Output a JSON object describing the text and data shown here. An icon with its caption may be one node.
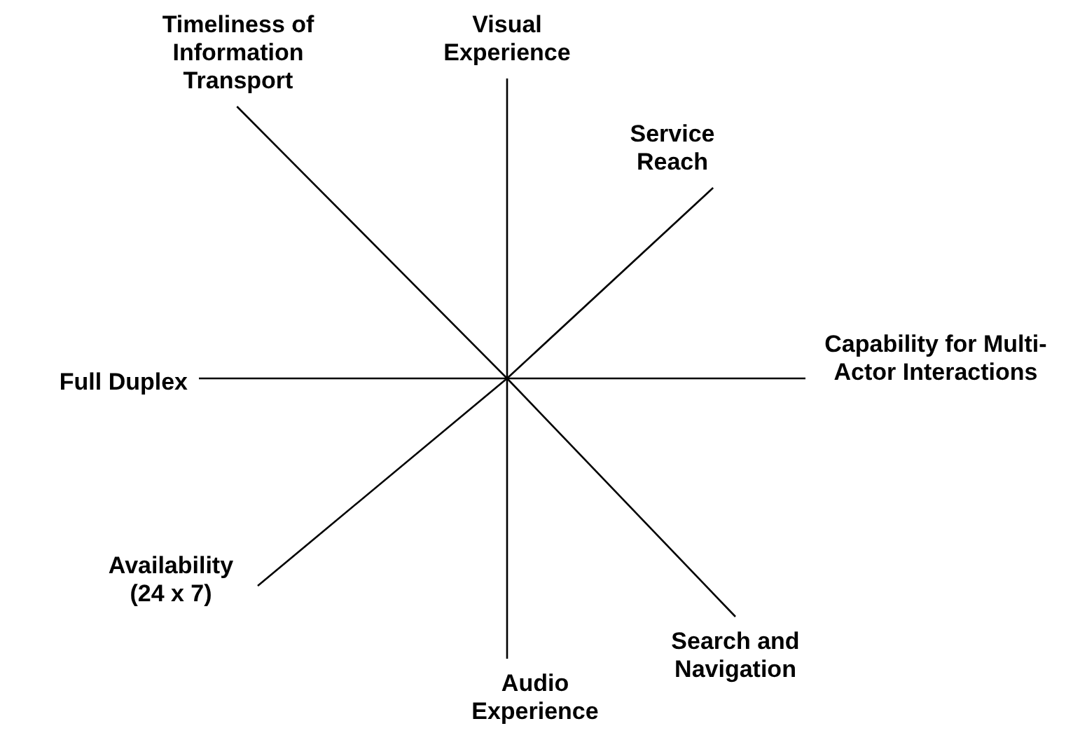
{
  "diagram": {
    "nodes": [
      {
        "text": [
          "Visual Experience"
        ]
      },
      {
        "text": [
          "Timeliness of Information Transport"
        ]
      },
      {
        "text": [
          "Service Reach"
        ]
      },
      {
        "text": [
          "Full Duplex"
        ]
      },
      {
        "text": [
          "Capability for Multi-Actor Interactions"
        ]
      },
      {
        "text": [
          "Availability (24 x 7)"
        ]
      },
      {
        "text": [
          "Search and Navigation"
        ]
      },
      {
        "text": [
          "Audio Experience"
        ]
      }
    ],
    "edges": [
      {
        "from": 0,
        "to": 7,
        "arrow": "none"
      },
      {
        "from": 1,
        "to": 6,
        "arrow": "none"
      },
      {
        "from": 2,
        "to": 5,
        "arrow": "none"
      },
      {
        "from": 3,
        "to": 4,
        "arrow": "none"
      }
    ]
  }
}
